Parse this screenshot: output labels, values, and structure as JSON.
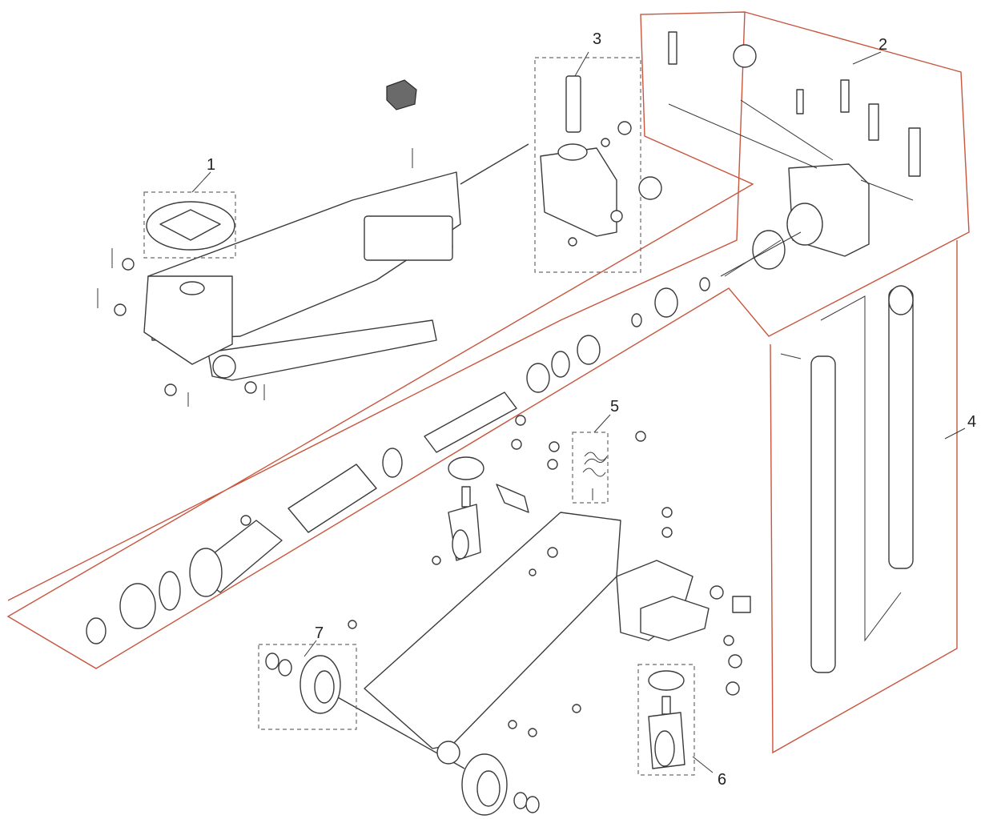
{
  "callouts": [
    {
      "id": "1",
      "label": "1"
    },
    {
      "id": "2",
      "label": "2"
    },
    {
      "id": "3",
      "label": "3"
    },
    {
      "id": "4",
      "label": "4"
    },
    {
      "id": "5",
      "label": "5"
    },
    {
      "id": "6",
      "label": "6"
    },
    {
      "id": "7",
      "label": "7"
    }
  ],
  "colors": {
    "line": "#3a3a3a",
    "assembly_outline": "#c8553d",
    "group_box": "#6a6a6a",
    "background": "#ffffff"
  }
}
